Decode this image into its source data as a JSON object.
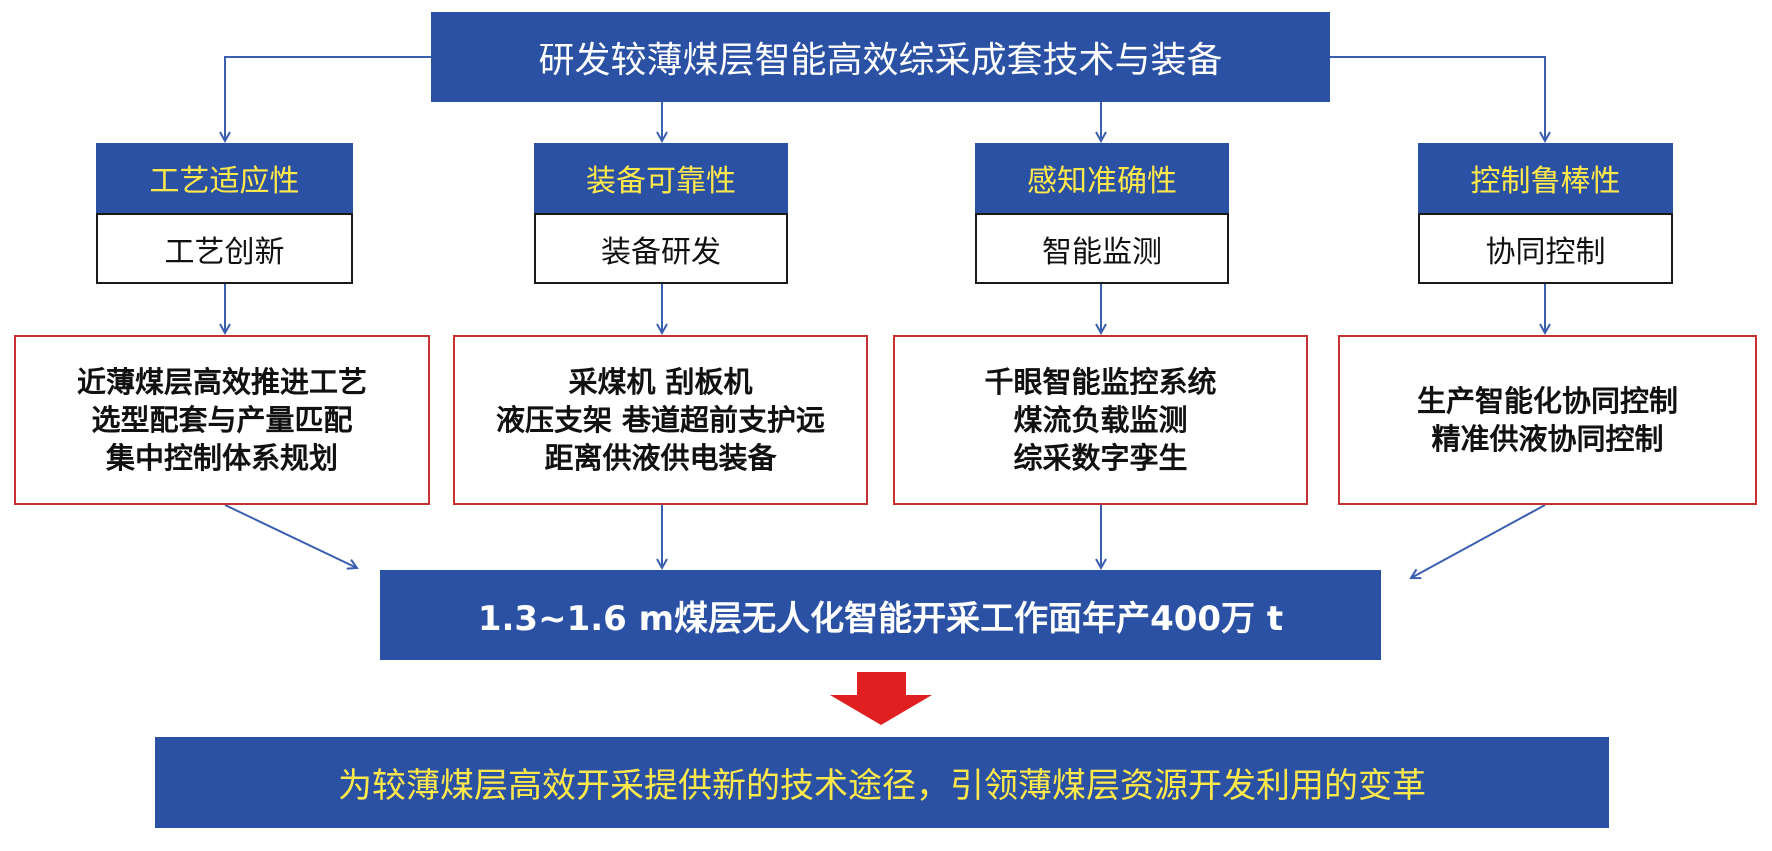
{
  "title": "研发较薄煤层智能高效综采成套技术与装备",
  "columns": [
    {
      "category": "工艺适应性",
      "action": "工艺创新",
      "details": [
        "近薄煤层高效推进工艺",
        "选型配套与产量匹配",
        "集中控制体系规划"
      ]
    },
    {
      "category": "装备可靠性",
      "action": "装备研发",
      "details": [
        "采煤机 刮板机",
        "液压支架 巷道超前支护远",
        "距离供液供电装备"
      ]
    },
    {
      "category": "感知准确性",
      "action": "智能监测",
      "details": [
        "千眼智能监控系统",
        "煤流负载监测",
        "综采数字孪生"
      ]
    },
    {
      "category": "控制鲁棒性",
      "action": "协同控制",
      "details": [
        "生产智能化协同控制",
        "精准供液协同控制"
      ]
    }
  ],
  "result": "1.3~1.6 m煤层无人化智能开采工作面年产400万 t",
  "goal": "为较薄煤层高效开采提供新的技术途径，引领薄煤层资源开发利用的变革",
  "colors": {
    "box_blue": "#2b51a5",
    "category_text": "#ffe94a",
    "detail_border": "#c4312e",
    "arrow_line": "#3a5fb0",
    "big_arrow": "#e02020"
  }
}
